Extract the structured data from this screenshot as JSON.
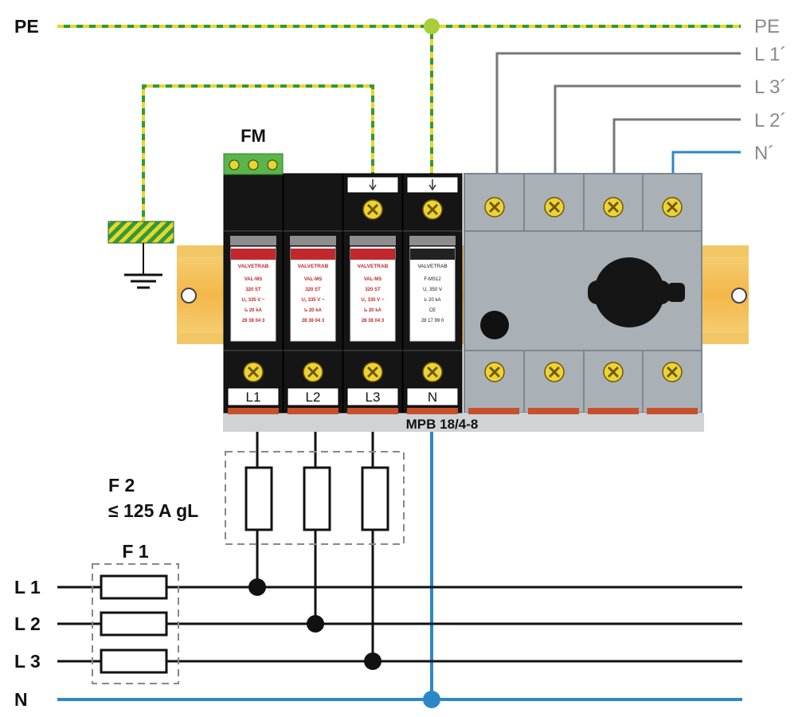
{
  "left_labels": {
    "pe": "PE",
    "l1": "L 1",
    "l2": "L 2",
    "l3": "L 3",
    "n": "N"
  },
  "right_labels": {
    "pe": "PE",
    "l1": "L 1´",
    "l3": "L 3´",
    "l2": "L 2´",
    "n": "N´"
  },
  "fm_label": "FM",
  "fuse_f1_label": "F 1",
  "fuse_f2_label": "F 2",
  "fuse_f2_rating": "≤ 125 A gL",
  "device_name": "MPB 18/4-8",
  "modules": [
    {
      "brand": "VALVETRAB",
      "lines": [
        "VAL-MS",
        "320 ST",
        "U꜀ 335 V ~",
        "Iₙ 20 kA",
        "28 38 04 3"
      ],
      "terminal": "L1"
    },
    {
      "brand": "VALVETRAB",
      "lines": [
        "VAL-MS",
        "320 ST",
        "U꜀ 335 V ~",
        "Iₙ 20 kA",
        "28 38 04 3"
      ],
      "terminal": "L2"
    },
    {
      "brand": "VALVETRAB",
      "lines": [
        "VAL-MS",
        "320 ST",
        "U꜀ 335 V ~",
        "Iₙ 20 kA",
        "28 38 04 3"
      ],
      "terminal": "L3"
    },
    {
      "brand": "VALVETRAB",
      "lines": [
        "F-MS12",
        "U꜀ 350 V",
        "Iₙ 20 kA",
        "CE",
        "28 17 99 0"
      ],
      "terminal": "N"
    }
  ],
  "colors": {
    "pe_green": "#2f9a3c",
    "pe_yellow": "#e8d629",
    "neutral_blue": "#2a88c8",
    "phase_black": "#111111",
    "module_black": "#151515",
    "rail_orange": "#e9a23a",
    "switch_grey": "#a9b0b6",
    "terminal_yellow": "#f0d330",
    "terminal_red": "#c8502a"
  },
  "icons": [
    "ground-symbol-icon",
    "arrow-down-icon",
    "screw-terminal-icon",
    "mounting-hole-icon",
    "rotary-switch-icon"
  ]
}
